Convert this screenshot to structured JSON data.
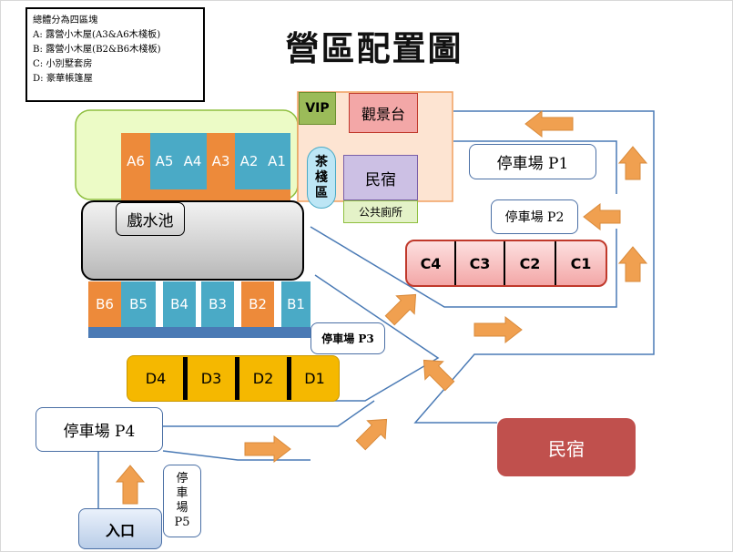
{
  "title": "營區配置圖",
  "legend": {
    "heading": "總體分為四區塊",
    "items": [
      "A:  露營小木屋(A3&A6木棧板)",
      "B:  露營小木屋(B2&B6木棧板)",
      "C:  小別墅套房",
      "D:  豪華帳篷屋"
    ]
  },
  "zones": {
    "A": [
      "A6",
      "A5",
      "A4",
      "A3",
      "A2",
      "A1"
    ],
    "B": [
      "B6",
      "B5",
      "B4",
      "B3",
      "B2",
      "B1"
    ],
    "C": [
      "C4",
      "C3",
      "C2",
      "C1"
    ],
    "D": [
      "D4",
      "D3",
      "D2",
      "D1"
    ]
  },
  "facilities": {
    "pool": "戲水池",
    "vip": "VIP",
    "viewing_deck": "觀景台",
    "tea_area": "茶\n棧\n區",
    "minsu": "民宿",
    "restroom": "公共廁所",
    "minsu_large": "民宿",
    "entrance": "入口"
  },
  "parking": {
    "p1": "停車場 P1",
    "p2": "停車場 P2",
    "p3": "停車場 P3",
    "p4": "停車場 P4",
    "p5": "停\n車\n場\nP5"
  },
  "colors": {
    "deck_orange": "#ed8a3a",
    "cabin_teal": "#4aaac6",
    "tent_yellow": "#f5b800",
    "villa_pink": "#f3a7a7",
    "minsu_red": "#c0504d",
    "arrow_orange": "#f0a050",
    "road_blue": "#4a7ab5"
  }
}
